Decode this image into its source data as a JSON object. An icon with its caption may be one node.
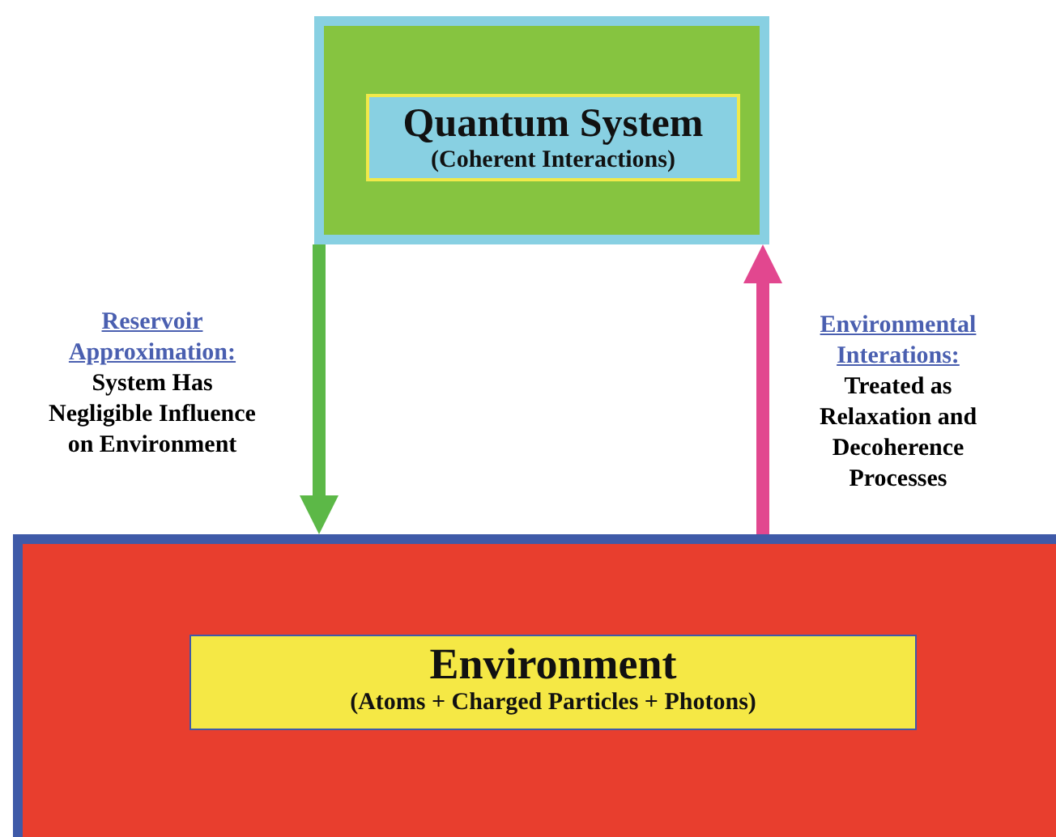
{
  "diagram": {
    "nodes": [
      {
        "text": [],
        "shape": "box"
      },
      {
        "text": [
          "Quantum System",
          "(Coherent Interactions)"
        ],
        "in": 0
      },
      {
        "text": [],
        "shape": "box"
      },
      {
        "text": [
          "Environment",
          "(Atoms + Charged Particles + Photons)"
        ],
        "in": 2
      }
    ],
    "edges": [
      {
        "from": 0,
        "to": 2,
        "arrow": "to",
        "color": "#5cb847"
      },
      {
        "from": 2,
        "to": 0,
        "arrow": "to",
        "color": "#e2478f"
      }
    ],
    "labels": [
      "Reservoir Approximation:",
      "System Has Negligible Influence on Environment",
      "Environmental Interations:",
      "Treated as Relaxation and Decoherence Processes"
    ]
  }
}
